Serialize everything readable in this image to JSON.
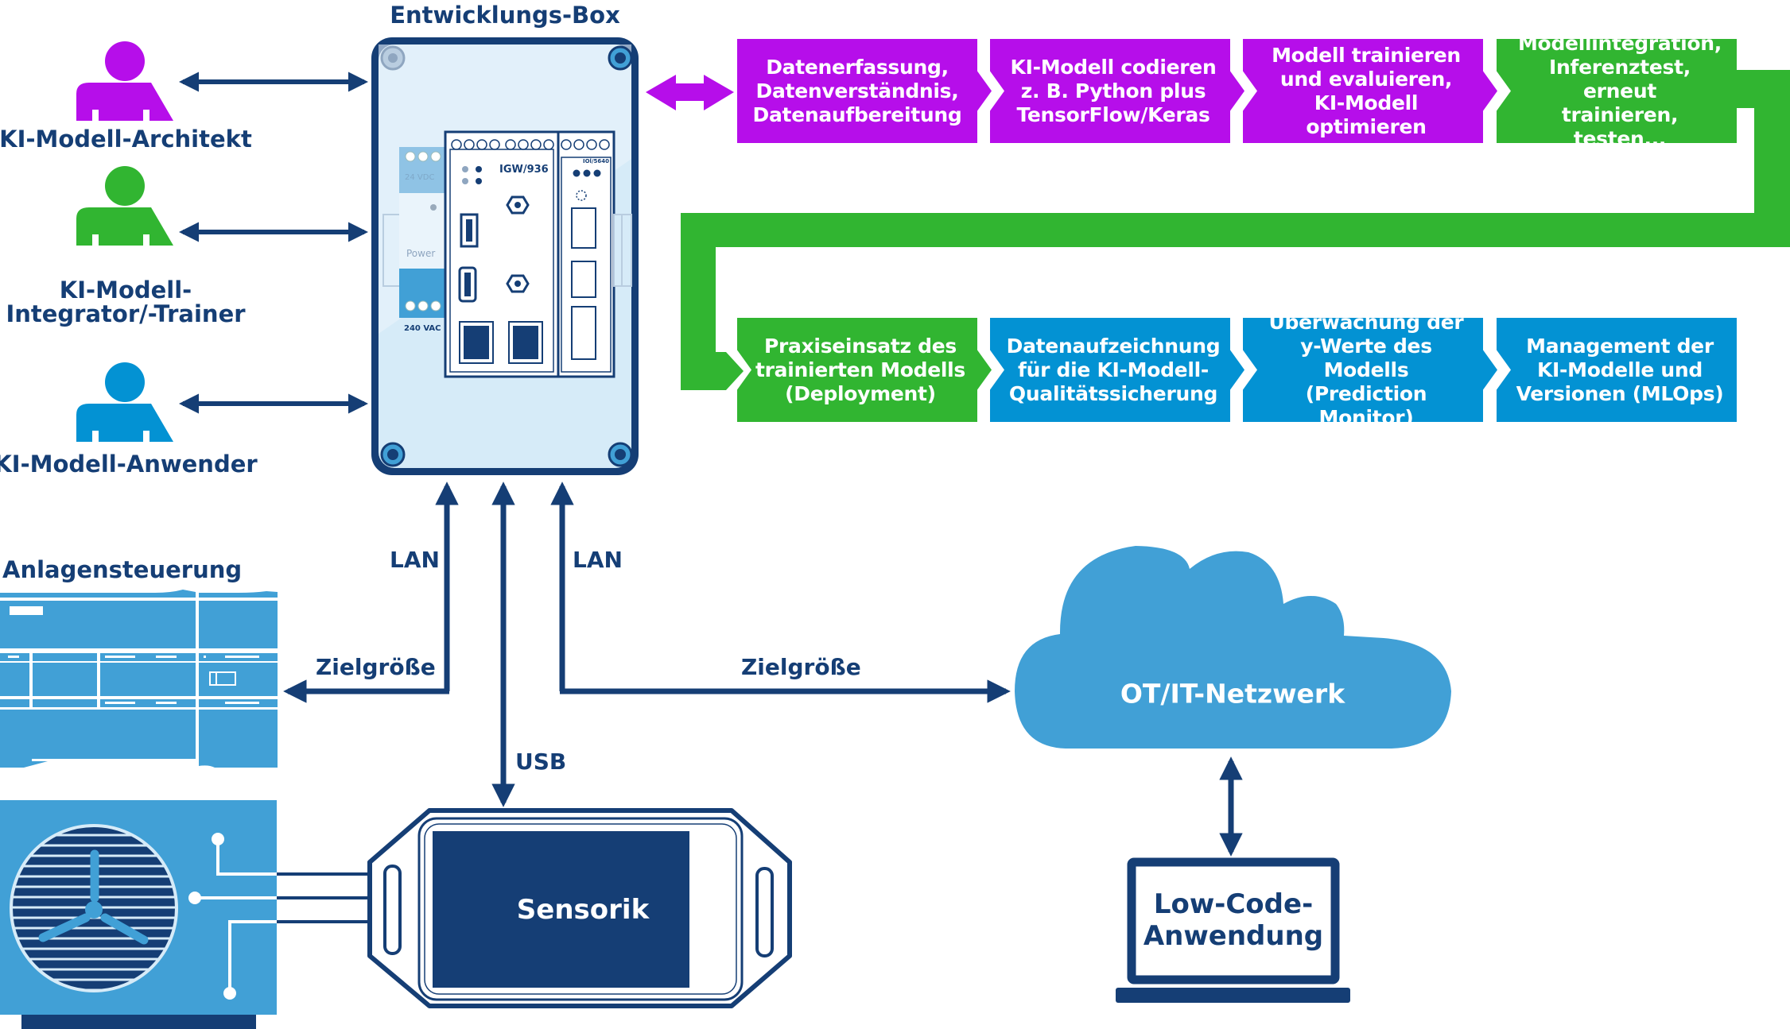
{
  "colors": {
    "navy": "#153e75",
    "purple": "#b60eea",
    "green": "#31b531",
    "blue": "#0392d3",
    "light_blue": "#41a0d6",
    "box_fill": "#d6ebf8"
  },
  "dev_box": {
    "title": "Entwicklungs-Box",
    "module_main": "IGW/936",
    "module_io": "IOl/5640",
    "psu_top": "24 VDC",
    "psu_mid": "Power",
    "psu_bottom": "240 VAC"
  },
  "roles": [
    {
      "label": "KI-Modell-Architekt",
      "icon": "person-icon",
      "color": "purple"
    },
    {
      "label": "KI-Modell-\nIntegrator/-Trainer",
      "line1": "KI-Modell-",
      "line2": "Integrator/-Trainer",
      "icon": "person-icon",
      "color": "green"
    },
    {
      "label": "KI-Modell-Anwender",
      "icon": "person-icon",
      "color": "blue"
    }
  ],
  "pipeline": {
    "top_row": [
      {
        "text": "Datenerfassung,\nDatenverständnis,\nDatenaufbereitung",
        "color": "purple"
      },
      {
        "text": "KI-Modell codieren\nz. B. Python plus\nTensorFlow/Keras",
        "color": "purple"
      },
      {
        "text": "Modell trainieren\nund evaluieren,\nKI-Modell optimieren",
        "color": "purple"
      },
      {
        "text": "Modellintegration,\nInferenztest, erneut\ntrainieren, testen...",
        "color": "green"
      }
    ],
    "bottom_row": [
      {
        "text": "Praxiseinsatz des\ntrainierten Modells\n(Deployment)",
        "color": "green"
      },
      {
        "text": "Datenaufzeichnung\nfür die KI-Modell-\nQualitätssicherung",
        "color": "blue"
      },
      {
        "text": "Überwachung der\ny-Werte des Modells\n(Prediction Monitor)",
        "color": "blue"
      },
      {
        "text": "Management der\nKI-Modelle und\nVersionen (MLOps)",
        "color": "blue"
      }
    ]
  },
  "connections": {
    "lan_left": "LAN",
    "lan_right": "LAN",
    "usb": "USB",
    "target_left": "Zielgröße",
    "target_right": "Zielgröße"
  },
  "plant_control": {
    "title": "Anlagensteuerung"
  },
  "sensor": {
    "label": "Sensorik"
  },
  "network": {
    "label": "OT/IT-Netzwerk"
  },
  "lowcode": {
    "line1": "Low-Code-",
    "line2": "Anwendung"
  }
}
